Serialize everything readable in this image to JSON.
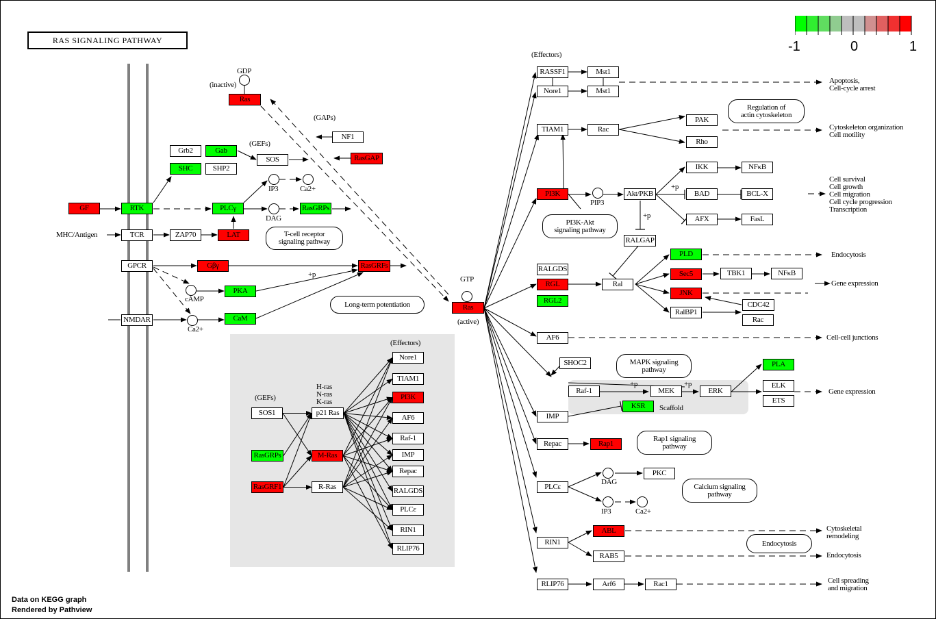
{
  "title": "RAS SIGNALING PATHWAY",
  "footer": {
    "line1": "Data on KEGG graph",
    "line2": "Rendered by Pathview"
  },
  "legend": {
    "labels": [
      "-1",
      "0",
      "1"
    ],
    "colors": [
      "#00ff00",
      "#30ee30",
      "#60dd60",
      "#90cc90",
      "#bebebe",
      "#bebebe",
      "#d09090",
      "#e06060",
      "#f03030",
      "#ff0000"
    ]
  },
  "status_colors": {
    "up": "#ff0000",
    "down": "#00ff00",
    "none": "#ffffff"
  },
  "nodes": [
    {
      "id": "gf",
      "label": "GF",
      "state": "up"
    },
    {
      "id": "rtk",
      "label": "RTK",
      "state": "down"
    },
    {
      "id": "tcr",
      "label": "TCR",
      "state": "none"
    },
    {
      "id": "gpcr",
      "label": "GPCR",
      "state": "none"
    },
    {
      "id": "nmdar",
      "label": "NMDAR",
      "state": "none"
    },
    {
      "id": "grb2",
      "label": "Grb2",
      "state": "none"
    },
    {
      "id": "gab",
      "label": "Gab",
      "state": "down"
    },
    {
      "id": "shc",
      "label": "SHC",
      "state": "down"
    },
    {
      "id": "shp2",
      "label": "SHP2",
      "state": "none"
    },
    {
      "id": "sos",
      "label": "SOS",
      "state": "none"
    },
    {
      "id": "plcg",
      "label": "PLCγ",
      "state": "down"
    },
    {
      "id": "zap70",
      "label": "ZAP70",
      "state": "none"
    },
    {
      "id": "lat",
      "label": "LAT",
      "state": "up"
    },
    {
      "id": "rasgrps",
      "label": "RasGRPs",
      "state": "down"
    },
    {
      "id": "gby",
      "label": "Gβγ",
      "state": "up"
    },
    {
      "id": "pka",
      "label": "PKA",
      "state": "down"
    },
    {
      "id": "cam",
      "label": "CaM",
      "state": "down"
    },
    {
      "id": "rasgrfs",
      "label": "RasGRFs",
      "state": "up"
    },
    {
      "id": "nf1",
      "label": "NF1",
      "state": "none"
    },
    {
      "id": "rasgap",
      "label": "RasGAP",
      "state": "up"
    },
    {
      "id": "ras_inactive",
      "label": "Ras",
      "state": "up"
    },
    {
      "id": "ras_active",
      "label": "Ras",
      "state": "up"
    },
    {
      "id": "sos1",
      "label": "SOS1",
      "state": "none"
    },
    {
      "id": "rasgrps2",
      "label": "RasGRPs",
      "state": "down"
    },
    {
      "id": "rasgrf1",
      "label": "RasGRF1",
      "state": "up"
    },
    {
      "id": "p21ras",
      "label": "p21 Ras",
      "state": "none"
    },
    {
      "id": "mras",
      "label": "M-Ras",
      "state": "up"
    },
    {
      "id": "rras",
      "label": "R-Ras",
      "state": "none"
    },
    {
      "id": "e_nore1",
      "label": "Nore1",
      "state": "none"
    },
    {
      "id": "e_tiam1",
      "label": "TIAM1",
      "state": "none"
    },
    {
      "id": "e_pi3k",
      "label": "PI3K",
      "state": "up"
    },
    {
      "id": "e_af6",
      "label": "AF6",
      "state": "none"
    },
    {
      "id": "e_raf1",
      "label": "Raf-1",
      "state": "none"
    },
    {
      "id": "e_imp",
      "label": "IMP",
      "state": "none"
    },
    {
      "id": "e_repac",
      "label": "Repac",
      "state": "none"
    },
    {
      "id": "e_ralgds",
      "label": "RALGDS",
      "state": "none"
    },
    {
      "id": "e_plce",
      "label": "PLCε",
      "state": "none"
    },
    {
      "id": "e_rin1",
      "label": "RIN1",
      "state": "none"
    },
    {
      "id": "e_rlip76",
      "label": "RLIP76",
      "state": "none"
    },
    {
      "id": "rassf1",
      "label": "RASSF1",
      "state": "none"
    },
    {
      "id": "nore1",
      "label": "Nore1",
      "state": "none"
    },
    {
      "id": "mst1a",
      "label": "Mst1",
      "state": "none"
    },
    {
      "id": "mst1b",
      "label": "Mst1",
      "state": "none"
    },
    {
      "id": "tiam1",
      "label": "TIAM1",
      "state": "none"
    },
    {
      "id": "rac",
      "label": "Rac",
      "state": "none"
    },
    {
      "id": "pak",
      "label": "PAK",
      "state": "none"
    },
    {
      "id": "rho",
      "label": "Rho",
      "state": "none"
    },
    {
      "id": "pi3k",
      "label": "PI3K",
      "state": "up"
    },
    {
      "id": "akt",
      "label": "Akt/PKB",
      "state": "none"
    },
    {
      "id": "ikk",
      "label": "IKK",
      "state": "none"
    },
    {
      "id": "nfkb1",
      "label": "NFκB",
      "state": "none"
    },
    {
      "id": "bad",
      "label": "BAD",
      "state": "none"
    },
    {
      "id": "bclx",
      "label": "BCL-X",
      "state": "none"
    },
    {
      "id": "afx",
      "label": "AFX",
      "state": "none"
    },
    {
      "id": "fasl",
      "label": "FasL",
      "state": "none"
    },
    {
      "id": "ralgap",
      "label": "RALGAP",
      "state": "none"
    },
    {
      "id": "ralgds",
      "label": "RALGDS",
      "state": "none"
    },
    {
      "id": "rgl",
      "label": "RGL",
      "state": "up"
    },
    {
      "id": "rgl2",
      "label": "RGL2",
      "state": "down"
    },
    {
      "id": "ral",
      "label": "Ral",
      "state": "none"
    },
    {
      "id": "pld",
      "label": "PLD",
      "state": "down"
    },
    {
      "id": "sec5",
      "label": "Sec5",
      "state": "up"
    },
    {
      "id": "tbk1",
      "label": "TBK1",
      "state": "none"
    },
    {
      "id": "nfkb2",
      "label": "NFκB",
      "state": "none"
    },
    {
      "id": "jnk",
      "label": "JNK",
      "state": "up"
    },
    {
      "id": "ralbp1",
      "label": "RalBP1",
      "state": "none"
    },
    {
      "id": "cdc42",
      "label": "CDC42",
      "state": "none"
    },
    {
      "id": "rac2",
      "label": "Rac",
      "state": "none"
    },
    {
      "id": "af6",
      "label": "AF6",
      "state": "none"
    },
    {
      "id": "shoc2",
      "label": "SHOC2",
      "state": "none"
    },
    {
      "id": "raf1",
      "label": "Raf-1",
      "state": "none"
    },
    {
      "id": "mek",
      "label": "MEK",
      "state": "none"
    },
    {
      "id": "erk",
      "label": "ERK",
      "state": "none"
    },
    {
      "id": "ksr",
      "label": "KSR",
      "state": "down"
    },
    {
      "id": "pla",
      "label": "PLA",
      "state": "down"
    },
    {
      "id": "elk",
      "label": "ELK",
      "state": "none"
    },
    {
      "id": "ets",
      "label": "ETS",
      "state": "none"
    },
    {
      "id": "imp",
      "label": "IMP",
      "state": "none"
    },
    {
      "id": "repac",
      "label": "Repac",
      "state": "none"
    },
    {
      "id": "rap1",
      "label": "Rap1",
      "state": "up"
    },
    {
      "id": "plce",
      "label": "PLCε",
      "state": "none"
    },
    {
      "id": "pkc",
      "label": "PKC",
      "state": "none"
    },
    {
      "id": "rin1",
      "label": "RIN1",
      "state": "none"
    },
    {
      "id": "abl",
      "label": "ABL",
      "state": "up"
    },
    {
      "id": "rab5",
      "label": "RAB5",
      "state": "none"
    },
    {
      "id": "rlip76",
      "label": "RLIP76",
      "state": "none"
    },
    {
      "id": "arf6",
      "label": "Arf6",
      "state": "none"
    },
    {
      "id": "rac1",
      "label": "Rac1",
      "state": "none"
    }
  ],
  "pathways": [
    {
      "id": "tcell",
      "label": "T-cell receptor\nsignaling pathway"
    },
    {
      "id": "ltp",
      "label": "Long-term potentiation"
    },
    {
      "id": "actin",
      "label": "Regulation of\nactin cytoskeleton"
    },
    {
      "id": "pi3kakt",
      "label": "PI3K-Akt\nsignaling pathway"
    },
    {
      "id": "mapk",
      "label": "MAPK signaling\npathway"
    },
    {
      "id": "rap1p",
      "label": "Rap1 signaling\npathway"
    },
    {
      "id": "calcium",
      "label": "Calcium signaling\npathway"
    },
    {
      "id": "endo",
      "label": "Endocytosis"
    }
  ],
  "labels": {
    "gdp": "GDP",
    "inactive": "(inactive)",
    "gaps": "(GAPs)",
    "gefs": "(GEFs)",
    "ip3": "IP3",
    "ca": "Ca2+",
    "dag": "DAG",
    "mhc": "MHC/Antigen",
    "camp": "cAMP",
    "ca2": "Ca2+",
    "gtp": "GTP",
    "active": "(active)",
    "effectors": "(Effectors)",
    "effectors2": "(Effectors)",
    "gefs2": "(GEFs)",
    "hras": "H-ras",
    "nras": "N-ras",
    "kras": "K-ras",
    "pip3": "PIP3",
    "p1": "+p",
    "p2": "+p",
    "p3": "+p",
    "p4": "+p",
    "p5": "+p",
    "scaffold": "Scaffold",
    "dag2": "DAG",
    "ip3b": "IP3",
    "ca3": "Ca2+",
    "apoptosis": "Apoptosis,\nCell-cycle arrest",
    "cytoorg": "Cytoskeleton organization\nCell motility",
    "survival": "Cell survival\nCell growth\nCell migration\nCell cycle progression\nTranscription",
    "endocyt1": "Endocytosis",
    "geneexp1": "Gene expression",
    "cellcell": "Cell-cell junctions",
    "geneexp2": "Gene expression",
    "cytoremod": "Cytoskeletal\nremodeling",
    "endocyt2": "Endocytosis",
    "spreading": "Cell spreading\nand migration"
  }
}
